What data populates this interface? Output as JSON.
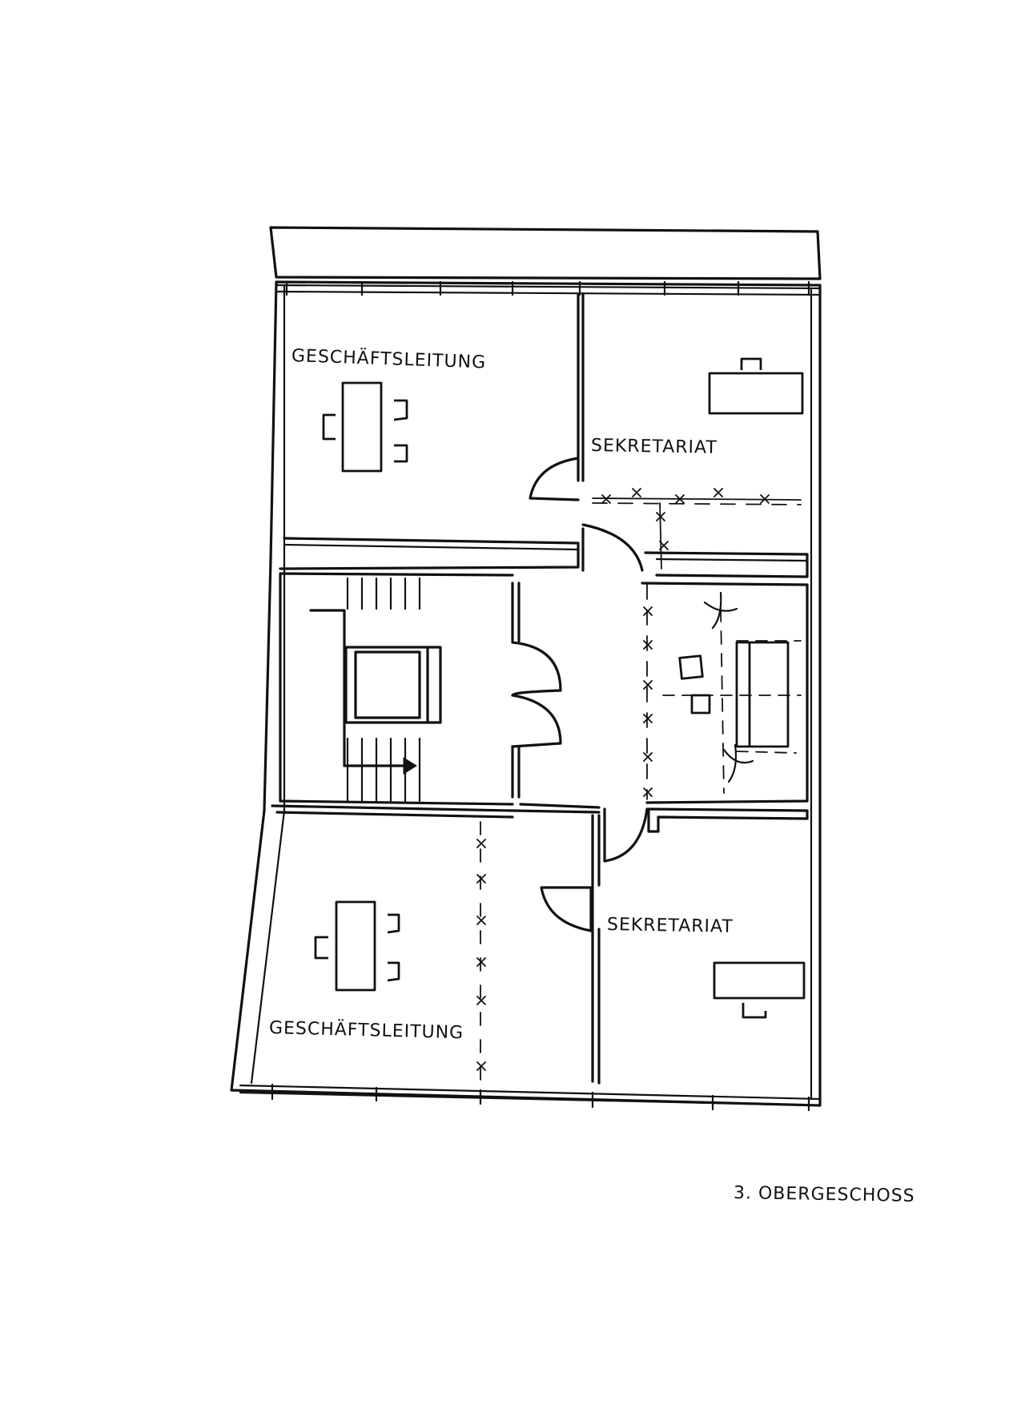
{
  "rooms": {
    "management_top": "GESCHÄFTSLEITUNG",
    "secretariat_top": "SEKRETARIAT",
    "secretariat_bottom": "SEKRETARIAT",
    "management_bottom": "GESCHÄFTSLEITUNG"
  },
  "floor_label": "3. OBERGESCHOSS"
}
